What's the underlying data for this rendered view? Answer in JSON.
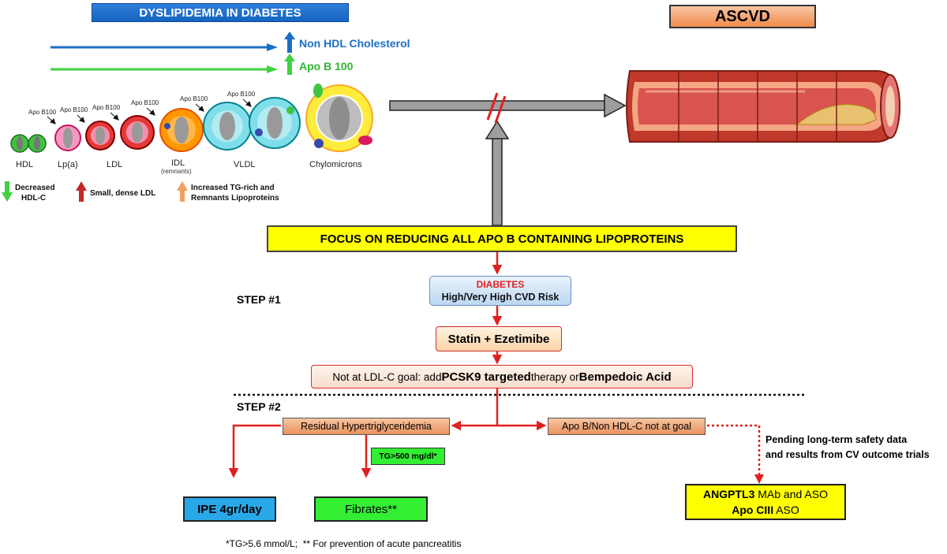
{
  "header": {
    "dyslipidemia_title": "DYSLIPIDEMIA IN DIABETES",
    "ascvd_title": "ASCVD"
  },
  "trends": {
    "non_hdl": "Non HDL Cholesterol",
    "apo_b": "Apo B 100"
  },
  "particles": {
    "apo_label": "Apo B100",
    "hdl": "HDL",
    "lpa": "Lp(a)",
    "ldl": "LDL",
    "idl": "IDL",
    "idl_sub": "(remnants)",
    "vldl": "VLDL",
    "chylo": "Chylomicrons"
  },
  "legend": {
    "decreased_line1": "Decreased",
    "decreased_line2": "HDL-C",
    "small_dense": "Small, dense LDL",
    "increased_line1": "Increased TG-rich and",
    "increased_line2": "Remnants Lipoproteins"
  },
  "focus": "FOCUS ON REDUCING ALL APO B CONTAINING LIPOPROTEINS",
  "step1": "STEP #1",
  "diabetes": {
    "line1": "DIABETES",
    "line2": "High/Very High CVD Risk"
  },
  "statin": "Statin + Ezetimibe",
  "not_goal": {
    "part1": "Not at LDL-C goal: add ",
    "bold1": "PCSK9 targeted",
    "part2": " therapy or ",
    "bold2": "Bempedoic Acid"
  },
  "step2": "STEP #2",
  "residual": "Residual Hypertriglyceridemia",
  "apob_goal": "Apo B/Non HDL-C not at goal",
  "tg500": "TG>500 mg/dl*",
  "ipe": "IPE 4gr/day",
  "fibrates": "Fibrates**",
  "pending": {
    "line1": "Pending long-term safety data",
    "line2": "and results from CV outcome trials"
  },
  "novel": {
    "bold1": "ANGPTL3",
    "rest1": " MAb and ASO",
    "bold2": "Apo CIII",
    "rest2": " ASO"
  },
  "footnote": "*TG>5.6 mmol/L;  ** For prevention of acute pancreatitis",
  "colors": {
    "blue": "#1a6fc4",
    "green": "#3fd13f",
    "red": "#e02020",
    "yellow": "#ffff00",
    "orange_box": "#f2b98a",
    "ipe_blue": "#29a8e8",
    "fibrates_green": "#33ee33"
  }
}
